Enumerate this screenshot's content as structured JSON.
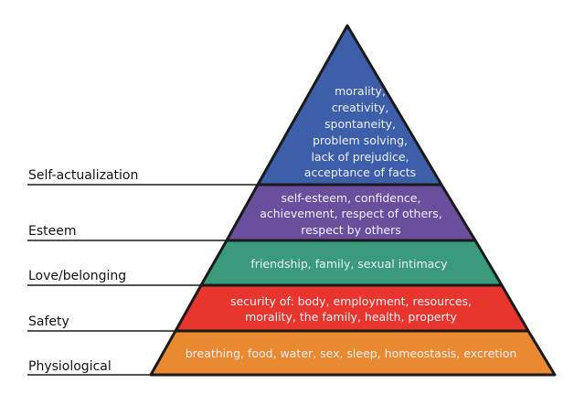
{
  "title": "Maslow's hierarchy of needs",
  "colors": {
    "self_actualization": "#3d5ea8",
    "esteem": "#6a4f9e",
    "love": "#3a9a7c",
    "safety": "#e8352e",
    "physiological": "#e98a30",
    "outline": "#1a1a1a"
  },
  "levels": [
    {
      "label": "Self-actualization",
      "lines": [
        "morality,",
        "creativity,",
        "spontaneity,",
        "problem solving,",
        "lack of prejudice,",
        "acceptance of facts"
      ]
    },
    {
      "label": "Esteem",
      "lines": [
        "self-esteem, confidence,",
        "achievement, respect of others,",
        "respect by others"
      ]
    },
    {
      "label": "Love/belonging",
      "lines": [
        "friendship, family, sexual intimacy"
      ]
    },
    {
      "label": "Safety",
      "lines": [
        "security of: body, employment, resources,",
        "morality, the family, health, property"
      ]
    },
    {
      "label": "Physiological",
      "lines": [
        "breathing, food, water, sex, sleep, homeostasis, excretion"
      ]
    }
  ]
}
